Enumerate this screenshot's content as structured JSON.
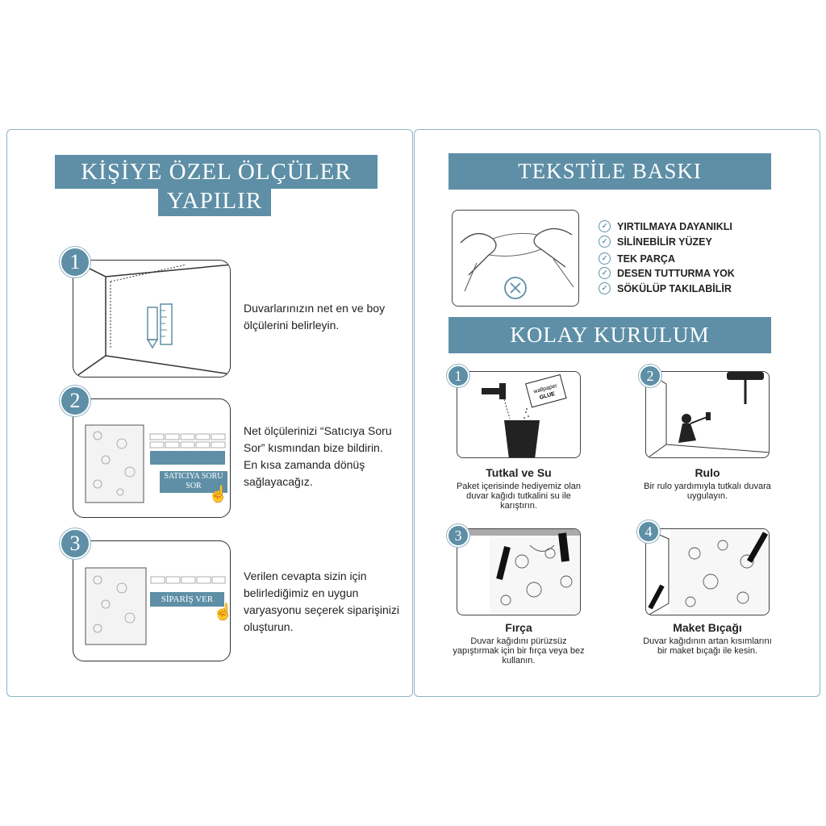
{
  "left": {
    "title_line1": "KİŞİYE ÖZEL ÖLÇÜLER",
    "title_line2": "YAPILIR",
    "steps": [
      {
        "number": "1",
        "text_lines": [
          "Duvarlarınızın net en ve boy",
          "ölçülerini belirleyin."
        ]
      },
      {
        "number": "2",
        "text_lines": [
          "Net ölçülerinizi “Satıcıya Soru",
          "Sor” kısmından bize bildirin.",
          "En kısa zamanda dönüş",
          "sağlayacağız."
        ],
        "button_lines": [
          "SATICIYA SORU",
          "SOR"
        ]
      },
      {
        "number": "3",
        "text_lines": [
          "Verilen cevapta sizin için",
          "belirlediğimiz en uygun",
          "varyasyonu seçerek siparişinizi",
          "oluşturun."
        ],
        "button_label": "SİPARİŞ VER"
      }
    ]
  },
  "right": {
    "title": "TEKSTİLE BASKI",
    "features": [
      "YIRTILMAYA DAYANIKLI",
      "SİLİNEBİLİR  YÜZEY",
      "TEK PARÇA",
      "DESEN TUTTURMA YOK",
      "SÖKÜLÜP TAKILABİLİR"
    ],
    "install_title": "KOLAY KURULUM",
    "install_steps": [
      {
        "number": "1",
        "title": "Tutkal ve Su",
        "desc_lines": [
          "Paket içerisinde hediyemiz olan",
          "duvar kağıdı tutkalini su ile",
          "karıştırın."
        ],
        "package_label_1": "wallpaper",
        "package_label_2": "GLUE"
      },
      {
        "number": "2",
        "title": "Rulo",
        "desc_lines": [
          "Bir rulo yardımıyla tutkalı duvara",
          "uygulayın."
        ]
      },
      {
        "number": "3",
        "title": "Fırça",
        "desc_lines": [
          "Duvar kağıdını pürüzsüz",
          "yapıştırmak için bir fırça veya bez",
          "kullanın."
        ]
      },
      {
        "number": "4",
        "title": "Maket Bıçağı",
        "desc_lines": [
          "Duvar kağıdının artan kısımlarını",
          "bir maket bıçağı ile kesin."
        ]
      }
    ]
  },
  "colors": {
    "accent": "#5e8fa6",
    "border": "#8fb3c4"
  }
}
